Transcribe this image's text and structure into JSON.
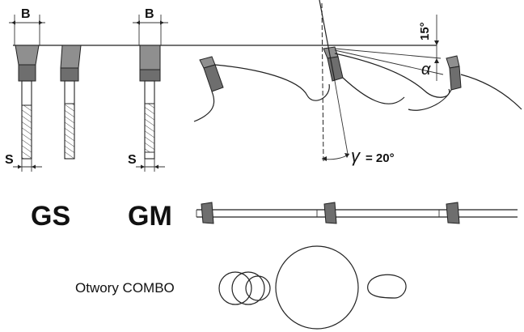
{
  "labels": {
    "b_left": "B",
    "b_right": "B",
    "s_left": "S",
    "s_right": "S",
    "angle_15": "15°",
    "alpha": "α",
    "gamma_symbol": "γ",
    "gamma_value": "= 20°",
    "gs": "GS",
    "gm": "GM",
    "combo": "Otwory COMBO"
  },
  "colors": {
    "carbide_tip": "#8f8f8f",
    "carbide_tip_dark": "#6e6e6e",
    "line": "#222222"
  }
}
